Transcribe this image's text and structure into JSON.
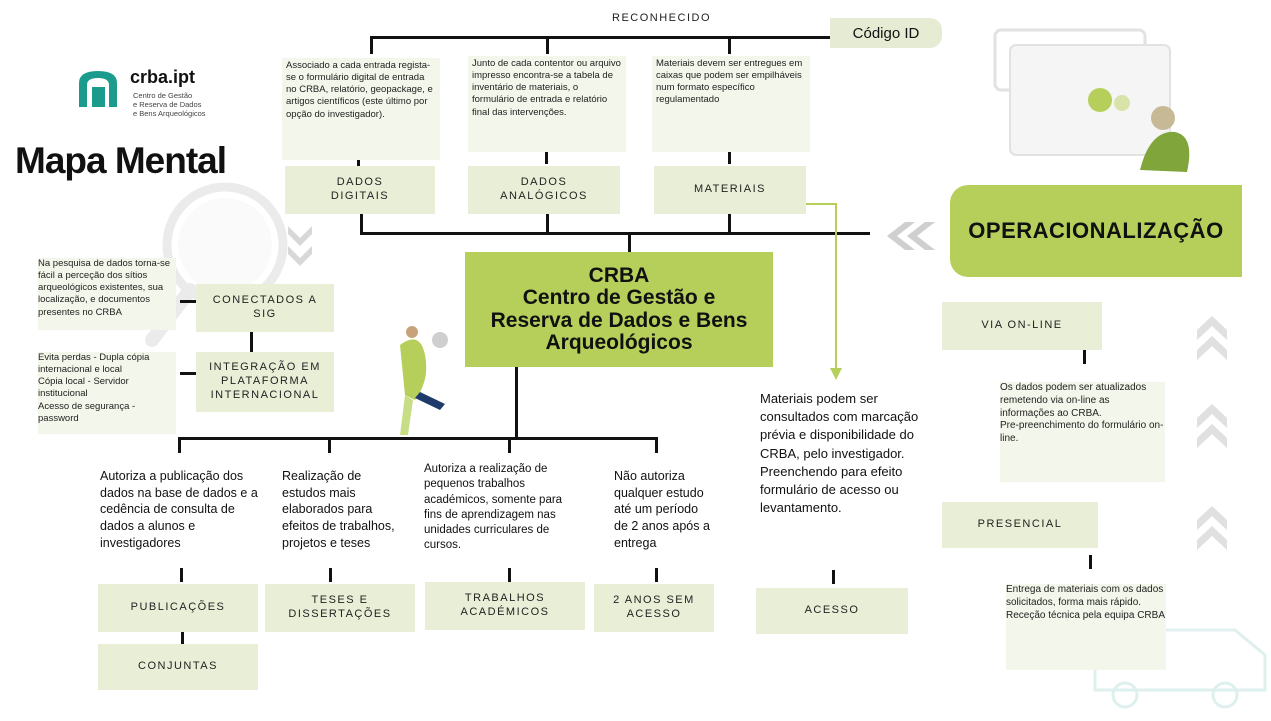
{
  "logo": {
    "name": "crba.ipt",
    "subtitle_lines": [
      "Centro de Gestão",
      "e Reserva de Dados",
      "e Bens Arqueológicos"
    ]
  },
  "title": "Mapa Mental",
  "top_label": "RECONHECIDO",
  "codigo_id": "Código ID",
  "notes_top": {
    "digitais": "Associado a cada entrada regista-se o formulário digital de entrada no CRBA, relatório, geopackage, e artigos científicos (este último por opção do investigador).",
    "analogicos": "Junto de cada contentor ou arquivo impresso encontra-se a tabela de inventário de materiais, o formulário de entrada e relatório final das intervenções.",
    "materiais": "Materiais devem ser entregues em caixas que podem ser empilháveis num formato específico regulamentado"
  },
  "boxes_top": {
    "digitais": "DADOS DIGITAIS",
    "analogicos": "DADOS ANALÓGICOS",
    "materiais": "MATERIAIS"
  },
  "center": {
    "line1": "CRBA",
    "line2": "Centro de Gestão e",
    "line3": "Reserva de Dados e Bens",
    "line4": "Arqueológicos"
  },
  "operacionalizacao": "OPERACIONALIZAÇÃO",
  "left": {
    "note_sig": "Na pesquisa de dados torna-se fácil a perceção dos sítios arqueológicos existentes, sua localização, e documentos presentes no CRBA",
    "box_sig": "CONECTADOS A SIG",
    "box_integracao": "INTEGRAÇÃO EM PLATAFORMA INTERNACIONAL",
    "note_integracao": "Evita perdas - Dupla cópia internacional e local\nCópia local - Servidor institucional\nAcesso de segurança - password"
  },
  "bottom": {
    "texts": [
      "Autoriza a publicação dos dados na base de dados e a cedência de consulta de dados a alunos e investigadores",
      "Realização de estudos mais elaborados para efeitos de trabalhos, projetos e teses",
      "Autoriza a realização de pequenos trabalhos académicos, somente para fins de aprendizagem nas unidades curriculares de cursos.",
      "Não autoriza qualquer estudo até um período de 2 anos após a entrega"
    ],
    "boxes": [
      "PUBLICAÇÕES",
      "TESES E DISSERTAÇÕES",
      "TRABALHOS ACADÉMICOS",
      "2 ANOS SEM ACESSO"
    ],
    "conjuntas": "CONJUNTAS"
  },
  "acesso": {
    "text": "Materiais podem ser consultados com marcação prévia e disponibilidade do CRBA, pelo investigador. Preenchendo para efeito formulário de acesso ou levantamento.",
    "box": "ACESSO"
  },
  "right": {
    "box_online": "VIA ON-LINE",
    "note_online": "Os dados podem ser atualizados remetendo via on-line as informações ao CRBA.\nPre-preenchimento do formulário on-line.",
    "box_presencial": "PRESENCIAL",
    "note_presencial": "Entrega de materiais com os dados solicitados, forma mais rápido.\nReceção técnica pela equipa CRBA"
  },
  "colors": {
    "accent": "#b5cf5a",
    "box_bg": "#e9efd7",
    "line": "#111111",
    "decor": "#d9dccf"
  }
}
